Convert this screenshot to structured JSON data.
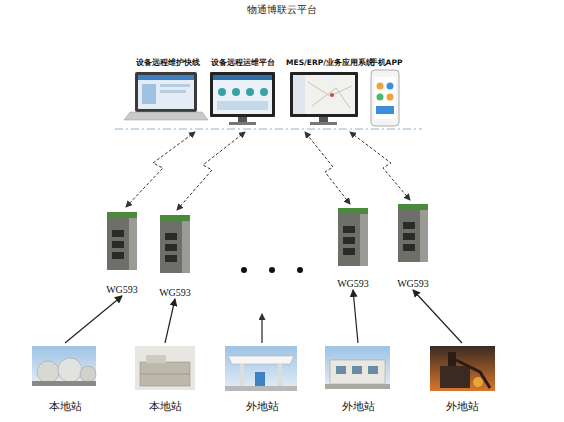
{
  "diagram": {
    "title": "物通博联云平台",
    "nodes": [
      {
        "text": [
          "设备远程维护快线"
        ]
      },
      {
        "text": [
          "设备远程运维平台"
        ]
      },
      {
        "text": [
          "MES/ERP/业务应用系统"
        ]
      },
      {
        "text": [
          "手机APP"
        ]
      },
      {
        "text": [
          "WG593"
        ]
      },
      {
        "text": [
          "WG593"
        ]
      },
      {
        "text": [
          "WG593"
        ]
      },
      {
        "text": [
          "WG593"
        ]
      },
      {
        "text": [
          "本地站"
        ]
      },
      {
        "text": [
          "本地站"
        ]
      },
      {
        "text": [
          "外地站"
        ]
      },
      {
        "text": [
          "外地站"
        ]
      },
      {
        "text": [
          "外地站"
        ]
      }
    ],
    "edges": [
      {
        "from": 8,
        "to": 4,
        "arrow": "to"
      },
      {
        "from": 9,
        "to": 5,
        "arrow": "to"
      },
      {
        "from": 11,
        "to": 6,
        "arrow": "to"
      },
      {
        "from": 12,
        "to": 7,
        "arrow": "to"
      }
    ]
  }
}
